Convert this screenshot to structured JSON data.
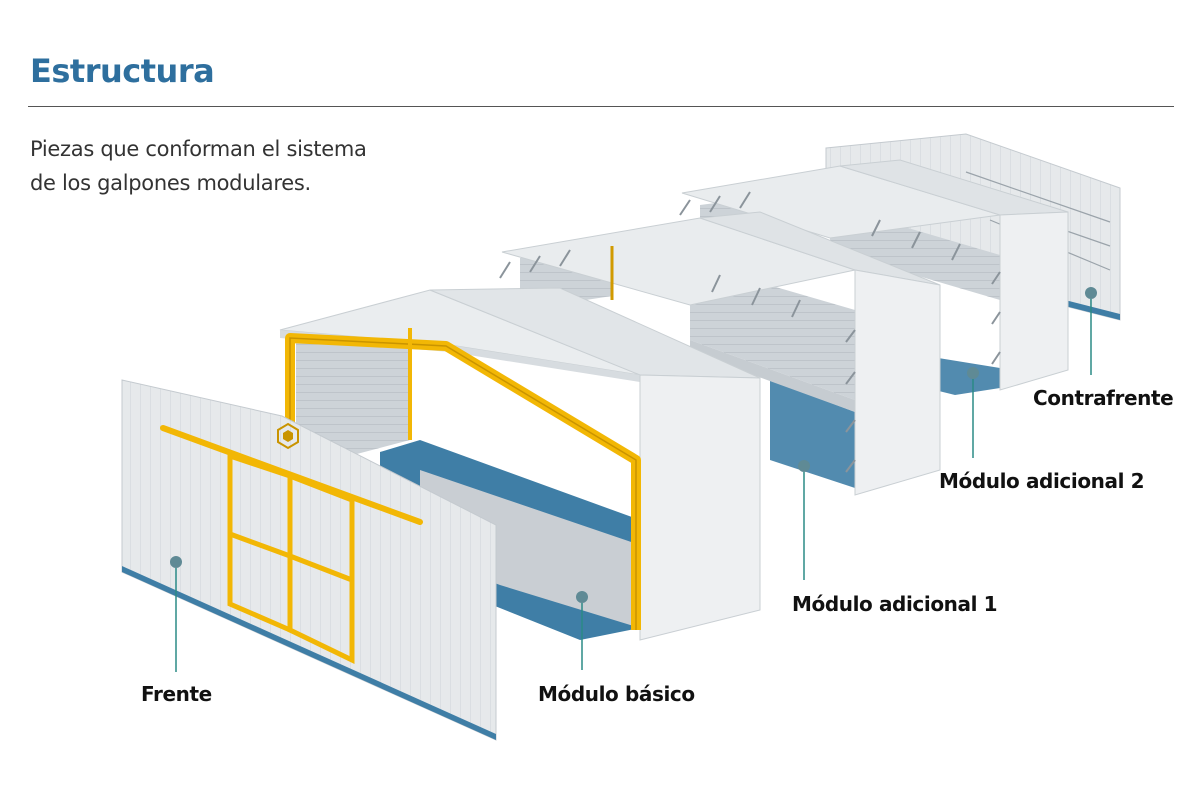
{
  "header": {
    "title": "Estructura",
    "subtitle_lines": [
      "Piezas que conforman el sistema",
      "de los galpones modulares."
    ]
  },
  "labels": {
    "frente": "Frente",
    "modulo_basico": "Módulo básico",
    "modulo_adicional_1": "Módulo adicional 1",
    "modulo_adicional_2": "Módulo adicional 2",
    "contrafrente": "Contrafrente"
  },
  "colors": {
    "title": "#2e6f9e",
    "frame": "#f2b705",
    "panel": "#e4e7e9",
    "floor": "#3f7ea6",
    "leader": "#2a8a86"
  },
  "icons": {
    "logo": "hexagon-logo-icon"
  }
}
